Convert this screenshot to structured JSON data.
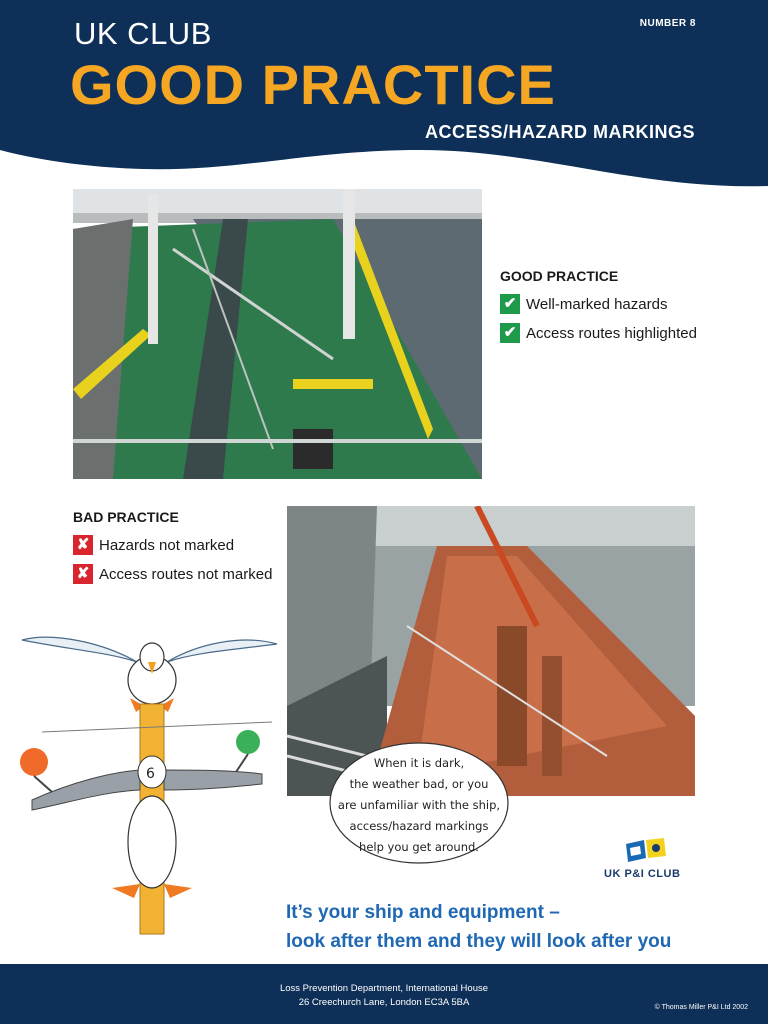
{
  "header": {
    "number_label": "NUMBER  8",
    "club": "UK CLUB",
    "title": "GOOD PRACTICE",
    "subtitle": "ACCESS/HAZARD MARKINGS"
  },
  "good_practice": {
    "heading": "GOOD PRACTICE",
    "items": [
      "Well-marked hazards",
      "Access routes highlighted"
    ],
    "mark": "✔"
  },
  "bad_practice": {
    "heading": "BAD PRACTICE",
    "items": [
      "Hazards not marked",
      "Access routes not marked"
    ],
    "mark": "✘"
  },
  "speech_bubble": {
    "lines": [
      "When it is dark,",
      "the weather bad, or you",
      "are unfamiliar with the ship,",
      "access/hazard markings",
      "help you get around."
    ]
  },
  "logo": {
    "name": "UK P&I CLUB"
  },
  "slogan": {
    "line1": "It’s your ship and equipment –",
    "line2": "look after them and they will look after you"
  },
  "footer": {
    "line1": "Loss Prevention Department, International House",
    "line2": "26 Creechurch Lane, London EC3A 5BA",
    "copyright": "© Thomas Miller P&I Ltd 2002"
  },
  "colors": {
    "navy": "#0e2f57",
    "orange": "#f5a623",
    "green": "#1f9a4b",
    "red": "#d9262e",
    "slogan_blue": "#1f68b3"
  }
}
